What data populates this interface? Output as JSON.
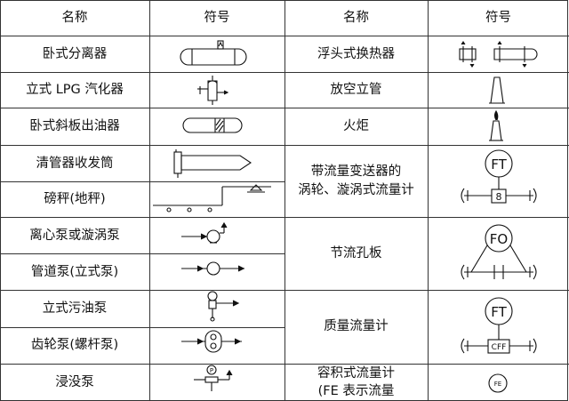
{
  "header": {
    "name_col": "名称",
    "symbol_col": "符号"
  },
  "left_rows": [
    {
      "name": "卧式分离器",
      "symbol_icon": "horizontal-separator-icon"
    },
    {
      "name": "立式 LPG 汽化器",
      "symbol_icon": "vertical-lpg-vaporizer-icon"
    },
    {
      "name": "卧式斜板出油器",
      "symbol_icon": "inclined-plate-oil-outlet-icon"
    },
    {
      "name": "清管器收发筒",
      "symbol_icon": "pig-launcher-receiver-icon"
    },
    {
      "name": "磅秤(地秤)",
      "symbol_icon": "weighbridge-scale-icon"
    },
    {
      "name": "离心泵或漩涡泵",
      "symbol_icon": "centrifugal-pump-icon"
    },
    {
      "name": "管道泵(立式泵)",
      "symbol_icon": "inline-pump-icon"
    },
    {
      "name": "立式污油泵",
      "symbol_icon": "vertical-sump-pump-icon"
    },
    {
      "name": "齿轮泵(螺杆泵)",
      "symbol_icon": "gear-pump-icon"
    },
    {
      "name": "浸没泵",
      "symbol_icon": "submerged-pump-icon"
    }
  ],
  "right_rows": [
    {
      "name": "浮头式换热器",
      "symbol_icon": "floating-head-exchanger-icon"
    },
    {
      "name": "放空立管",
      "symbol_icon": "vent-stack-icon"
    },
    {
      "name": "火炬",
      "symbol_icon": "flare-icon"
    },
    {
      "name_line1": "带流量变送器的",
      "name_line2": "涡轮、漩涡式流量计",
      "symbol_icon": "turbine-flowmeter-transmitter-icon",
      "symbol_label": "FT",
      "sub_label": "8"
    },
    {
      "name": "节流孔板",
      "symbol_icon": "orifice-plate-icon",
      "symbol_label": "FO"
    },
    {
      "name": "质量流量计",
      "symbol_icon": "mass-flowmeter-icon",
      "symbol_label": "FT",
      "sub_label": "CFF"
    },
    {
      "name_line1": "容积式流量计",
      "name_line2": "(FE 表示流量",
      "symbol_icon": "positive-displacement-flowmeter-icon",
      "symbol_label": "FE"
    }
  ]
}
